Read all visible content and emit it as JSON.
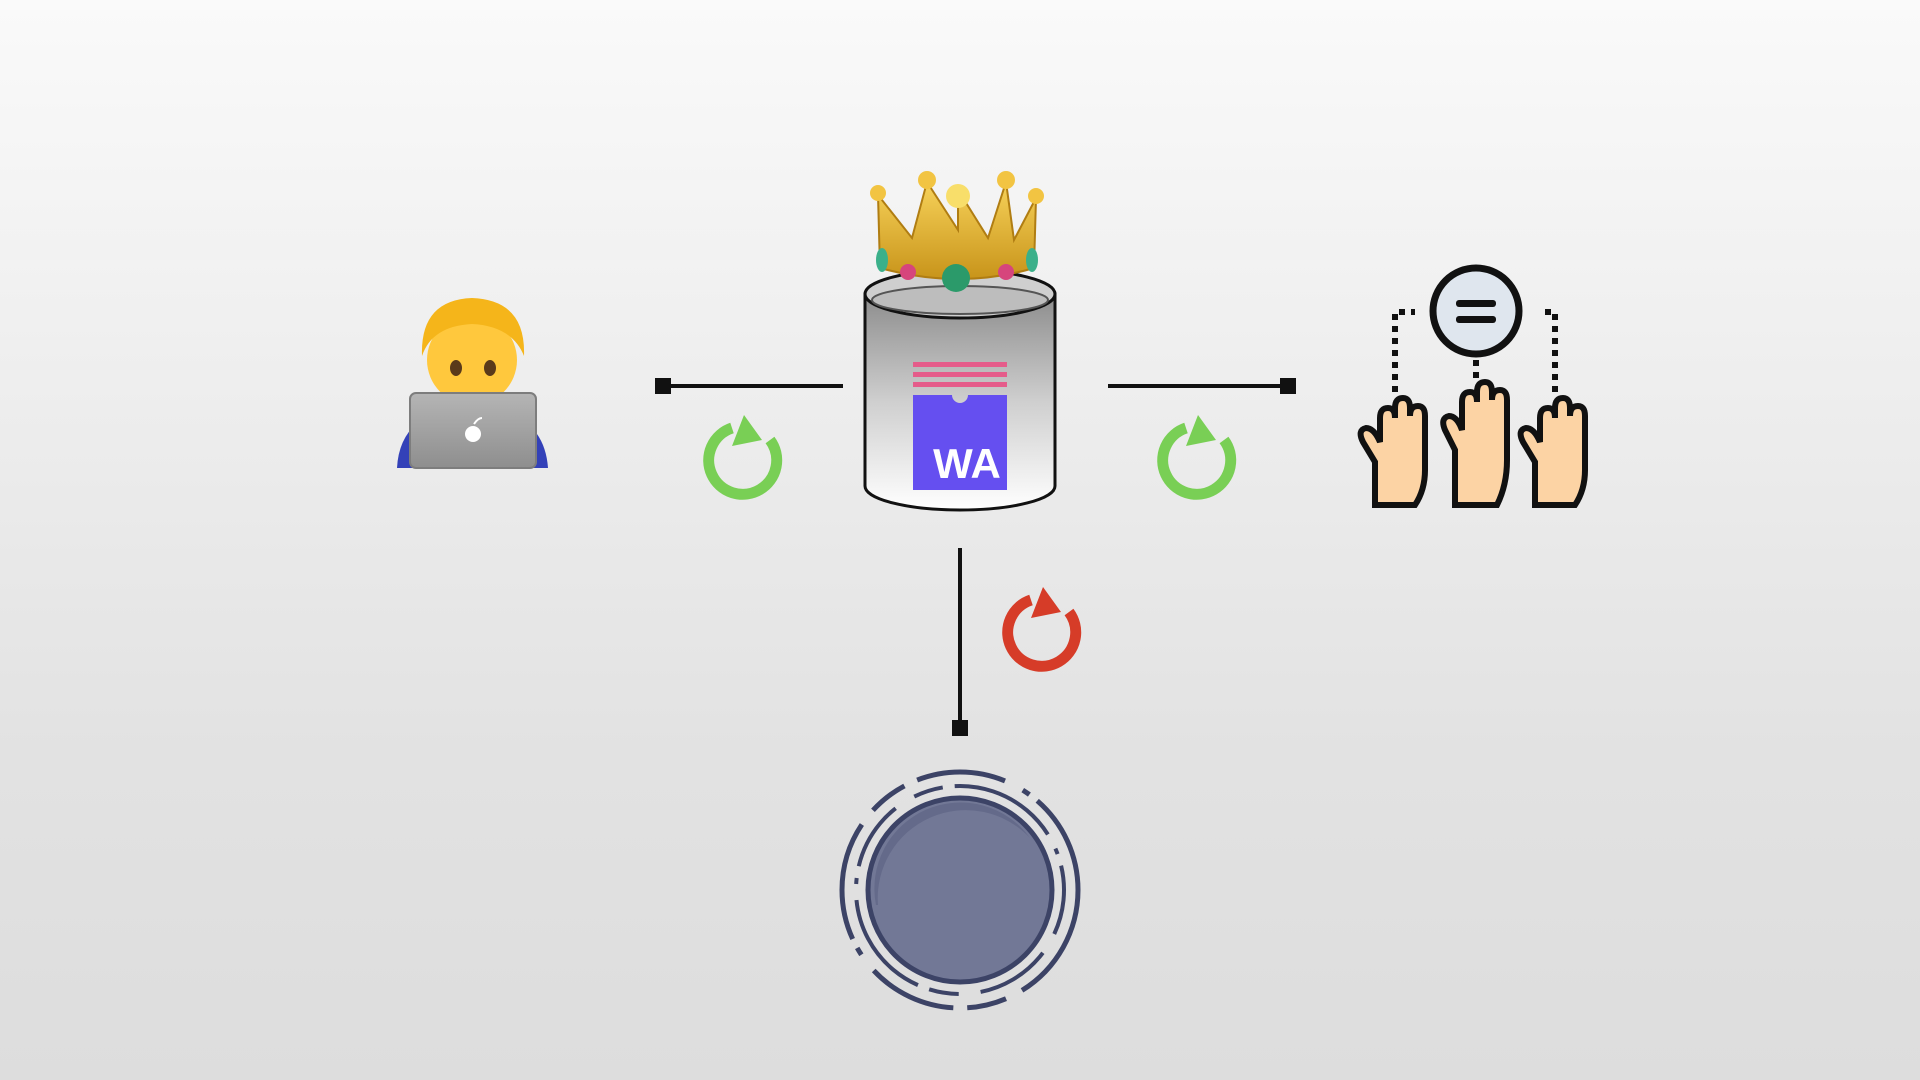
{
  "nodes": {
    "developer": {
      "icon": "developer-with-laptop-icon"
    },
    "database": {
      "icon": "database-cylinder-icon",
      "badge_text": "WA",
      "crown_icon": "crown-icon"
    },
    "voters": {
      "icon": "raised-hands-consensus-icon",
      "symbol_icon": "equals-icon"
    },
    "node": {
      "icon": "circular-node-icon"
    }
  },
  "edges": [
    {
      "from": "developer",
      "to": "database",
      "sync_icon": "refresh-icon",
      "status": "ok"
    },
    {
      "from": "database",
      "to": "voters",
      "sync_icon": "refresh-icon",
      "status": "ok"
    },
    {
      "from": "database",
      "to": "node",
      "sync_icon": "refresh-icon",
      "status": "error"
    }
  ],
  "colors": {
    "sync_ok": "#79cf55",
    "sync_error": "#d63c28",
    "badge_purple": "#654ff0",
    "badge_stripes": "#e55c8a",
    "node_fill": "#727896",
    "node_ring": "#3c4366"
  }
}
